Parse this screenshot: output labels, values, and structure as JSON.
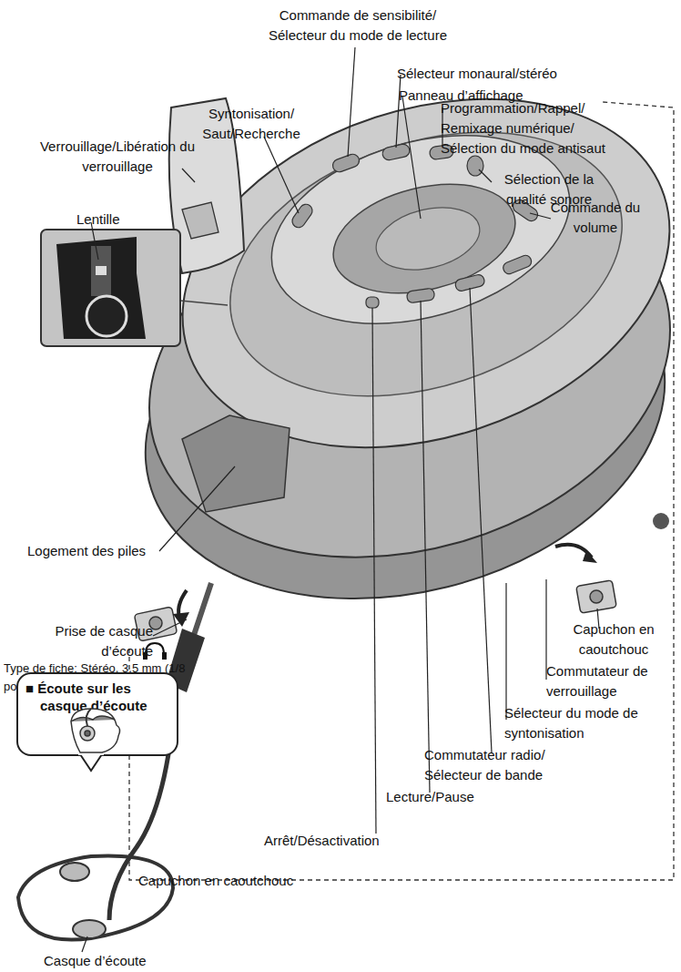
{
  "diagram": {
    "nodes": [
      {
        "text": [
          "■ Écoute sur les casque d’écoute"
        ]
      }
    ],
    "labels": [
      "Commande de sensibilité/ Sélecteur du mode de lecture",
      "Sélecteur monaural/stéréo",
      "Panneau d’affichage",
      "Syntonisation/ Saut/Recherche",
      "Programmation/Rappel/ Remixage numérique/ Sélection du mode antisaut",
      "Sélection de la qualité sonore",
      "Verrouillage/Libération du verrouillage",
      "Commande du volume",
      "Lentille",
      "Logement des piles",
      "Prise de casque d’écoute",
      "Type de fiche: Stéréo, 3,5 mm (1/8 po)",
      "Capuchon en caoutchouc",
      "Commutateur de verrouillage",
      "Sélecteur du mode de syntonisation",
      "Commutateur radio/ Sélecteur de bande",
      "Lecture/Pause",
      "Arrêt/Désactivation",
      "Capuchon en caoutchouc",
      "Casque d’écoute"
    ]
  }
}
